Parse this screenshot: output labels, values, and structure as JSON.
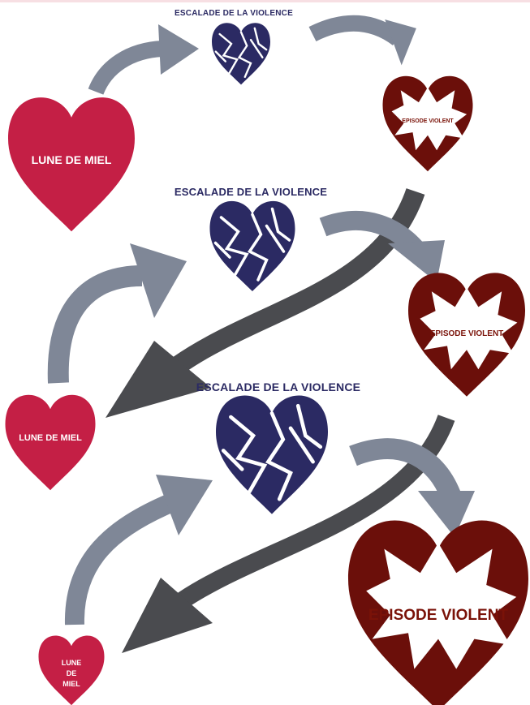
{
  "colors": {
    "lune_heart": "#c41f45",
    "escalade_heart": "#2b2a63",
    "violent_heart": "#6b0f0a",
    "arrow_light": "#7f8797",
    "arrow_dark": "#4a4b4f",
    "crack": "#ffffff",
    "title_text": "#2b2a63"
  },
  "cycles": [
    {
      "escalade_label": "ESCALADE DE LA VIOLENCE",
      "lune_label": "LUNE DE MIEL",
      "violent_label": "EPISODE VIOLENT"
    },
    {
      "escalade_label": "ESCALADE DE LA VIOLENCE",
      "lune_label": "LUNE DE MIEL",
      "violent_label": "EPISODE VIOLENT"
    },
    {
      "escalade_label": "ESCALADE DE LA VIOLENCE",
      "lune_label_lines": [
        "LUNE",
        "DE",
        "MIEL"
      ],
      "violent_label": "EPISODE VIOLENT"
    }
  ],
  "icons": {
    "lune": "heart-icon",
    "escalade": "cracked-heart-icon",
    "violent": "explosion-heart-icon",
    "arrow": "curved-arrow-icon"
  }
}
